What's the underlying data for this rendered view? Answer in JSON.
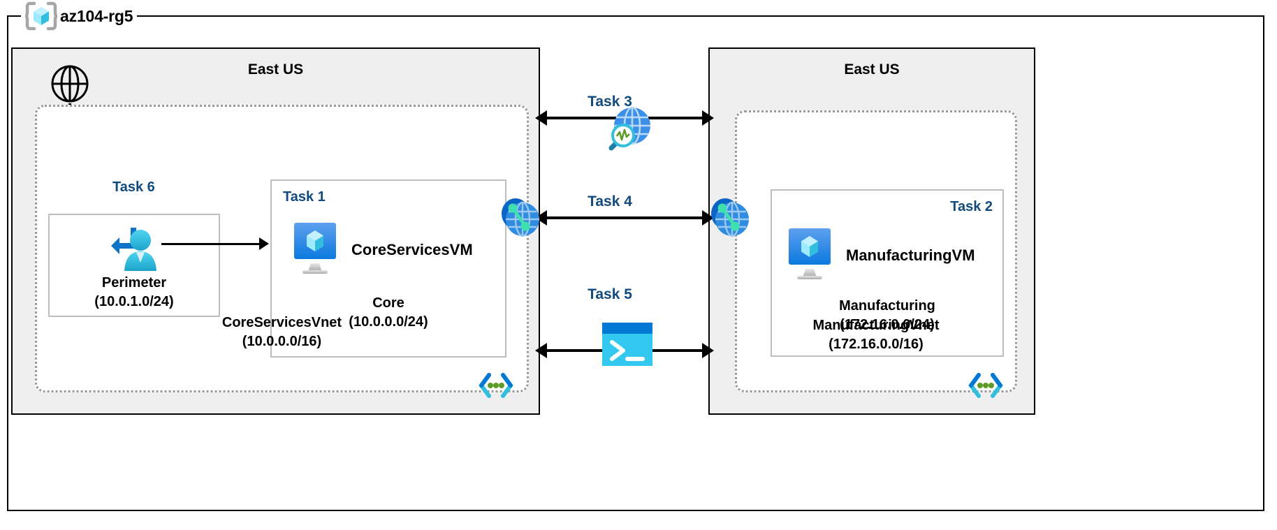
{
  "resource_group": {
    "name": "az104-rg5",
    "icon": "azure-resource-group-icon"
  },
  "regions": [
    {
      "id": "left",
      "label": "East US"
    },
    {
      "id": "right",
      "label": "East US"
    }
  ],
  "left_region": {
    "internet_icon": "globe-icon",
    "vnet": {
      "name": "CoreServicesVnet",
      "cidr": "(10.0.0.0/16)",
      "badge_icon": "virtual-network-icon"
    },
    "subnets": [
      {
        "id": "perimeter",
        "task": "Task 6",
        "name": "Perimeter",
        "cidr": "(10.0.1.0/24)",
        "icon": "user-with-return-arrow-icon"
      },
      {
        "id": "core",
        "task": "Task 1",
        "name": "Core",
        "cidr": "(10.0.0.0/24)",
        "vm": {
          "name": "CoreServicesVM",
          "icon": "virtual-machine-icon"
        }
      }
    ]
  },
  "right_region": {
    "vnet": {
      "name": "ManufacturingVnet",
      "cidr": "(172.16.0.0/16)",
      "badge_icon": "virtual-network-icon"
    },
    "subnets": [
      {
        "id": "manufacturing",
        "task": "Task 2",
        "name": "Manufacturing",
        "cidr": "(172.16.0.0/24)",
        "vm": {
          "name": "ManufacturingVM",
          "icon": "virtual-machine-icon"
        }
      }
    ]
  },
  "center_connections": [
    {
      "id": "task3",
      "label": "Task 3",
      "icon": "network-watcher-icon",
      "arrow": "bidirectional"
    },
    {
      "id": "task4",
      "label": "Task 4",
      "icon": "vnet-peering-icon",
      "arrow": "bidirectional"
    },
    {
      "id": "task5",
      "label": "Task 5",
      "icon": "cloud-shell-icon",
      "arrow": "bidirectional"
    }
  ],
  "peering_endpoints": [
    {
      "id": "left-peering",
      "icon": "vnet-peering-icon"
    },
    {
      "id": "right-peering",
      "icon": "vnet-peering-icon"
    }
  ],
  "colors": {
    "task_label": "#114A7E",
    "region_fill": "#efefef",
    "region_border": "#000000",
    "vnet_border": "#9a9a9a",
    "subnet_border": "#bdbdbd",
    "azure_blue": "#0078D4",
    "azure_cyan": "#50E6FF",
    "accent_green": "#5E9B26"
  }
}
